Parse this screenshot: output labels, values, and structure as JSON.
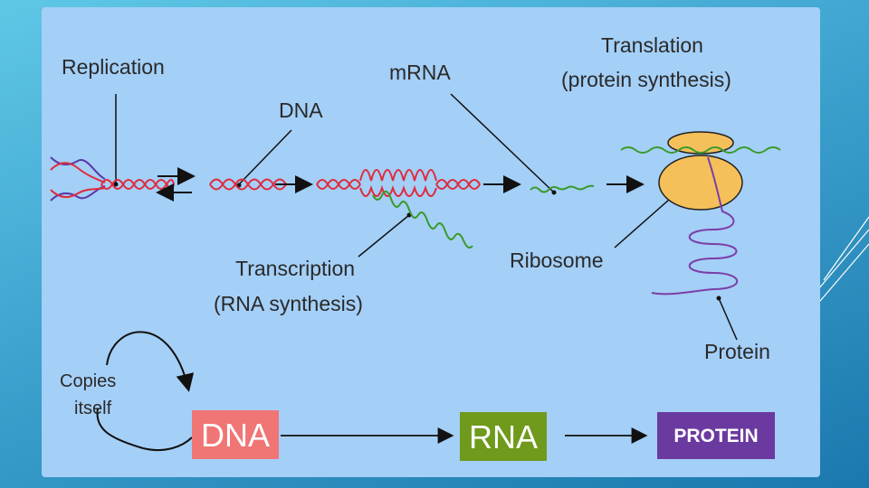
{
  "labels": {
    "replication": "Replication",
    "dna": "DNA",
    "mrna": "mRNA",
    "translation_line1": "Translation",
    "translation_line2": "(protein synthesis)",
    "transcription_line1": "Transcription",
    "transcription_line2": "(RNA synthesis)",
    "ribosome": "Ribosome",
    "protein": "Protein",
    "copies_line1": "Copies",
    "copies_line2": "itself"
  },
  "boxes": {
    "dna": {
      "label": "DNA",
      "color": "#f07575",
      "text_color": "#ffffff"
    },
    "rna": {
      "label": "RNA",
      "color": "#6f9a1c",
      "text_color": "#ffffff"
    },
    "protein": {
      "label": "PROTEIN",
      "color": "#6b3aa0",
      "text_color": "#ffffff"
    }
  },
  "colors": {
    "panel": "#a4cff7",
    "dna_strand": "#e02b3c",
    "dna_strand_alt": "#5a3aa8",
    "rna_strand": "#3a9a2a",
    "ribosome": "#f5c05a",
    "protein_chain": "#7b3fa8"
  }
}
